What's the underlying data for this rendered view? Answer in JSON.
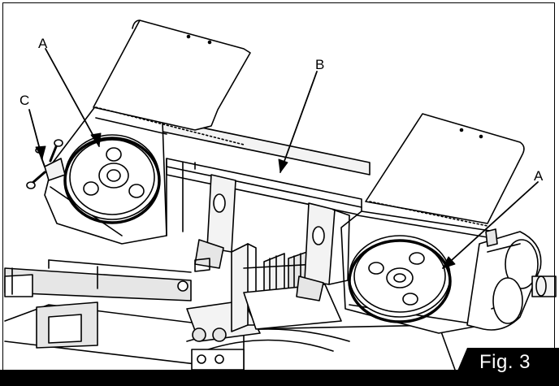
{
  "callouts": {
    "a_left": "A",
    "a_right": "A",
    "b": "B",
    "c": "C"
  },
  "caption": "Fig. 3",
  "colors": {
    "ink": "#000000",
    "paper": "#ffffff",
    "shade": "#e6e6e6",
    "light": "#f3f3f3"
  }
}
